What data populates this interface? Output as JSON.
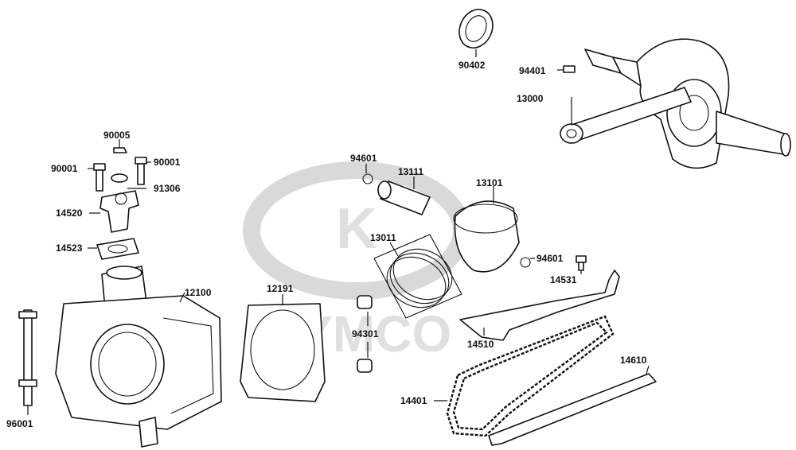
{
  "watermark": {
    "brand": "KYMCO"
  },
  "parts": [
    {
      "id": "p90402",
      "label": "90402"
    },
    {
      "id": "p94401",
      "label": "94401"
    },
    {
      "id": "p13000",
      "label": "13000"
    },
    {
      "id": "p90005",
      "label": "90005"
    },
    {
      "id": "p90001a",
      "label": "90001"
    },
    {
      "id": "p90001b",
      "label": "90001"
    },
    {
      "id": "p91306",
      "label": "91306"
    },
    {
      "id": "p14520",
      "label": "14520"
    },
    {
      "id": "p14523",
      "label": "14523"
    },
    {
      "id": "p94601a",
      "label": "94601"
    },
    {
      "id": "p13111",
      "label": "13111"
    },
    {
      "id": "p13101",
      "label": "13101"
    },
    {
      "id": "p13011",
      "label": "13011"
    },
    {
      "id": "p94601b",
      "label": "94601"
    },
    {
      "id": "p14531",
      "label": "14531"
    },
    {
      "id": "p12100",
      "label": "12100"
    },
    {
      "id": "p12191",
      "label": "12191"
    },
    {
      "id": "p94301",
      "label": "94301"
    },
    {
      "id": "p14510",
      "label": "14510"
    },
    {
      "id": "p14610",
      "label": "14610"
    },
    {
      "id": "p14401",
      "label": "14401"
    },
    {
      "id": "p96001",
      "label": "96001"
    }
  ]
}
